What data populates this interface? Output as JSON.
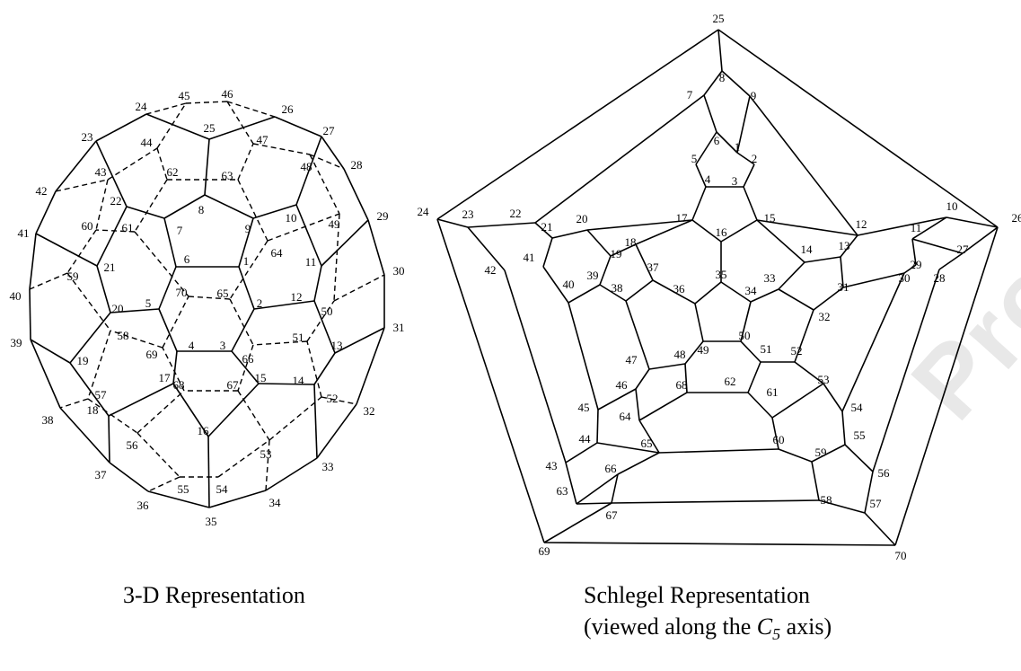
{
  "captions": {
    "left": "3-D Representation",
    "right_line1": "Schlegel Representation",
    "right_line2_prefix": "(viewed along the ",
    "right_line2_symbol": "C",
    "right_line2_subscript": "5",
    "right_line2_suffix": " axis)"
  },
  "watermark": "Provisional Recommendations",
  "left_labels": [
    "1",
    "2",
    "3",
    "4",
    "5",
    "6",
    "7",
    "8",
    "9",
    "10",
    "11",
    "12",
    "13",
    "14",
    "15",
    "16",
    "17",
    "18",
    "19",
    "20",
    "21",
    "22",
    "23",
    "24",
    "25",
    "26",
    "27",
    "28",
    "29",
    "30",
    "31",
    "32",
    "33",
    "34",
    "35",
    "36",
    "37",
    "38",
    "39",
    "40",
    "41",
    "42",
    "43",
    "44",
    "45",
    "46",
    "47",
    "48",
    "49",
    "50",
    "51",
    "52",
    "53",
    "54",
    "55",
    "56",
    "57",
    "58",
    "59",
    "60",
    "61",
    "62",
    "63",
    "64",
    "65",
    "66",
    "67",
    "68",
    "69",
    "70"
  ],
  "right_labels": [
    "1",
    "2",
    "3",
    "4",
    "5",
    "6",
    "7",
    "8",
    "9",
    "10",
    "11",
    "12",
    "13",
    "14",
    "15",
    "16",
    "17",
    "18",
    "19",
    "20",
    "21",
    "22",
    "23",
    "24",
    "25",
    "26",
    "27",
    "28",
    "29",
    "30",
    "31",
    "32",
    "33",
    "34",
    "35",
    "36",
    "37",
    "38",
    "39",
    "40",
    "41",
    "42",
    "43",
    "44",
    "45",
    "46",
    "47",
    "48",
    "49",
    "50",
    "51",
    "52",
    "53",
    "54",
    "55",
    "56",
    "57",
    "58",
    "59",
    "60",
    "61",
    "62",
    "63",
    "64",
    "65",
    "66",
    "67",
    "68",
    "69",
    "70"
  ],
  "colors": {
    "line": "#000000",
    "watermark": "#c8c8c8"
  }
}
